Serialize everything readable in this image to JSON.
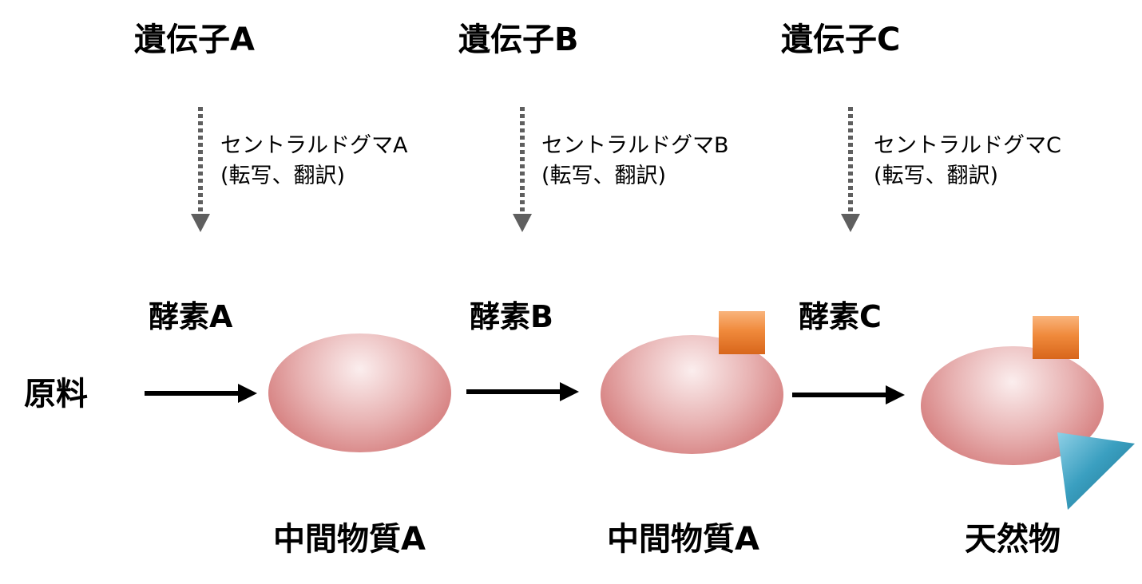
{
  "genes": [
    {
      "label": "遺伝子A",
      "dogma_line1": "セントラルドグマA",
      "dogma_line2": "(転写、翻訳)"
    },
    {
      "label": "遺伝子B",
      "dogma_line1": "セントラルドグマB",
      "dogma_line2": "(転写、翻訳)"
    },
    {
      "label": "遺伝子C",
      "dogma_line1": "セントラルドグマC",
      "dogma_line2": "(転写、翻訳)"
    }
  ],
  "enzymes": [
    "酵素A",
    "酵素B",
    "酵素C"
  ],
  "raw_material": "原料",
  "products": [
    "中間物質A",
    "中間物質A",
    "天然物"
  ],
  "colors": {
    "arrow": "#000000",
    "dotted_arrow": "#5f5f5f",
    "blob": "#d88686",
    "square": "#f08a3c",
    "triangle": "#3a9fc0"
  }
}
